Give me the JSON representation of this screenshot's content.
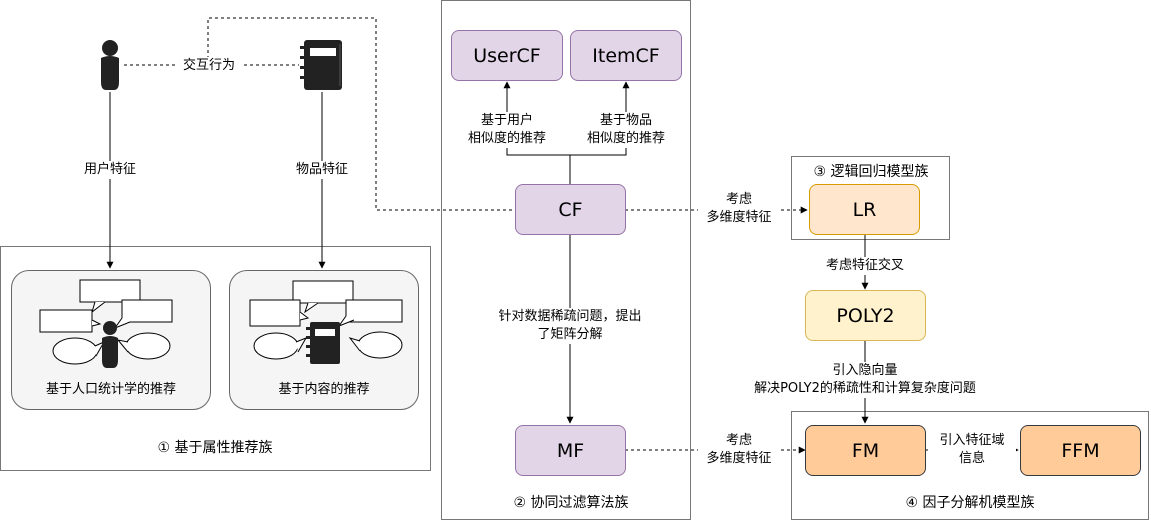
{
  "groups": {
    "attribute": "① 基于属性推荐族",
    "cf": "② 协同过滤算法族",
    "lr": "③ 逻辑回归模型族",
    "fm": "④ 因子分解机模型族"
  },
  "nodes": {
    "usercf": "UserCF",
    "itemcf": "ItemCF",
    "cf": "CF",
    "mf": "MF",
    "lr": "LR",
    "poly2": "POLY2",
    "fm": "FM",
    "ffm": "FFM"
  },
  "scenes": {
    "demographic": "基于人口统计学的推荐",
    "content": "基于内容的推荐"
  },
  "edges": {
    "interaction": "交互行为",
    "user_feature": "用户特征",
    "item_feature": "物品特征",
    "user_sim_1": "基于用户",
    "user_sim_2": "相似度的推荐",
    "item_sim_1": "基于物品",
    "item_sim_2": "相似度的推荐",
    "cf_to_mf_1": "针对数据稀疏问题，提出",
    "cf_to_mf_2": "了矩阵分解",
    "cf_to_lr_1": "考虑",
    "cf_to_lr_2": "多维度特征",
    "lr_to_poly2": "考虑特征交叉",
    "poly2_to_fm_1": "引入隐向量",
    "poly2_to_fm_2": "解决POLY2的稀疏性和计算复杂度问题",
    "mf_to_fm_1": "考虑",
    "mf_to_fm_2": "多维度特征",
    "fm_to_ffm_1": "引入特征域",
    "fm_to_ffm_2": "信息"
  },
  "icons": [
    "person-icon",
    "notebook-icon",
    "speech-bubble-icon"
  ]
}
